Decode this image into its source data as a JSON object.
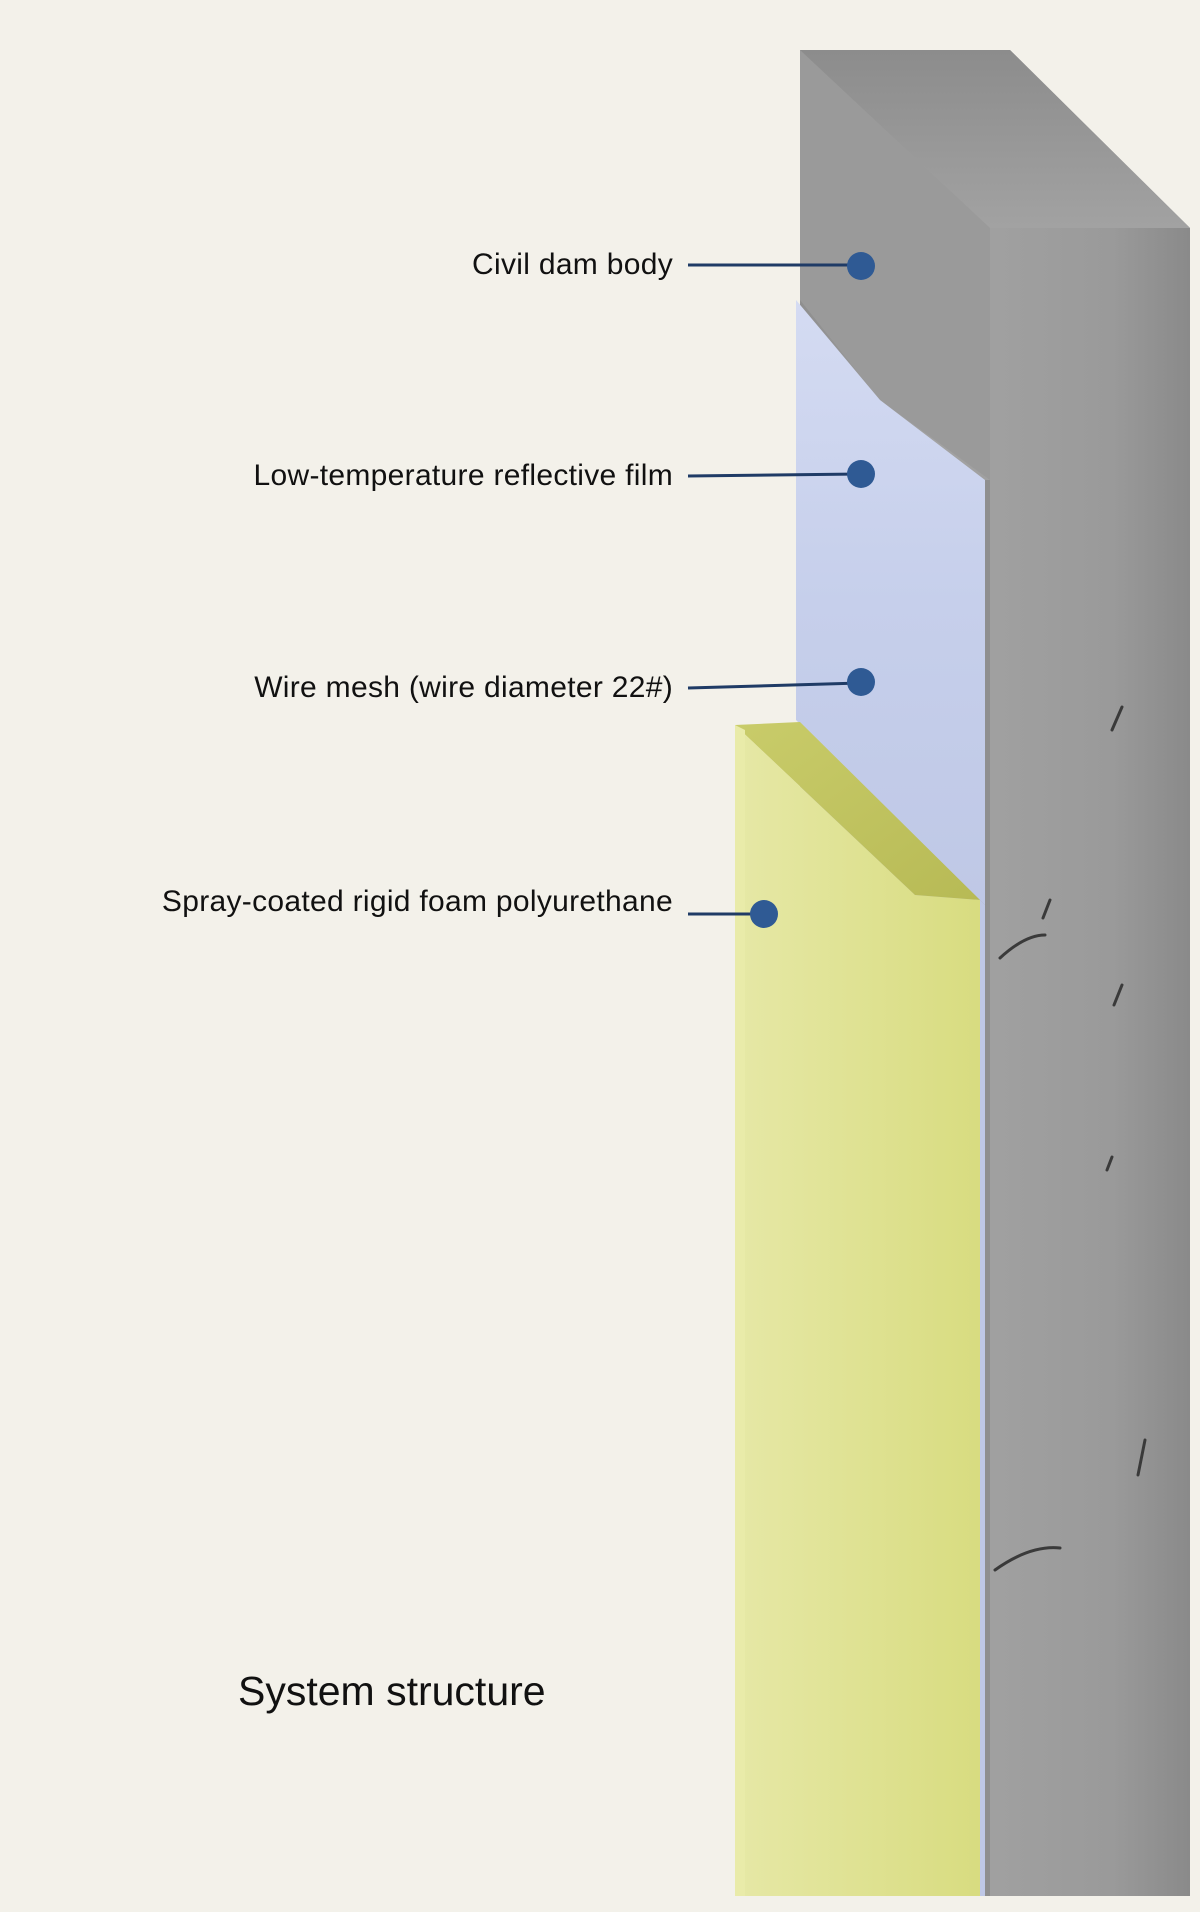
{
  "labels": {
    "dam_body": "Civil dam body",
    "reflective_film": "Low-temperature reflective film",
    "wire_mesh": "Wire mesh (wire diameter 22#)",
    "polyurethane": "Spray-coated rigid foam polyurethane"
  },
  "caption": "System structure",
  "colors": {
    "background": "#f3f1ea",
    "concrete": "#9c9c9c",
    "film": "#c8d1ec",
    "foam": "#dfe28e",
    "marker": "#2f5a94"
  }
}
